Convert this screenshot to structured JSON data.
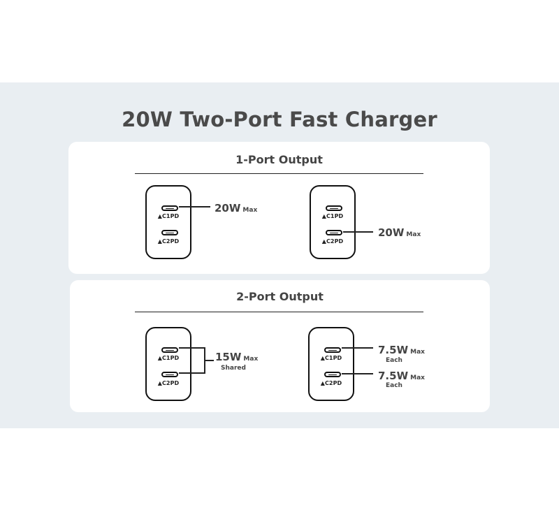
{
  "title": "20W Two-Port Fast Charger",
  "port_labels": {
    "c1": "▲C1PD",
    "c2": "▲C2PD"
  },
  "one_port": {
    "heading": "1-Port Output",
    "left": {
      "watt": "20W",
      "unit": "Max"
    },
    "right": {
      "watt": "20W",
      "unit": "Max"
    }
  },
  "two_port": {
    "heading": "2-Port Output",
    "left": {
      "watt": "15W",
      "unit": "Max",
      "note": "Shared"
    },
    "right": {
      "top": {
        "watt": "7.5W",
        "unit": "Max",
        "note": "Each"
      },
      "bottom": {
        "watt": "7.5W",
        "unit": "Max",
        "note": "Each"
      }
    }
  }
}
